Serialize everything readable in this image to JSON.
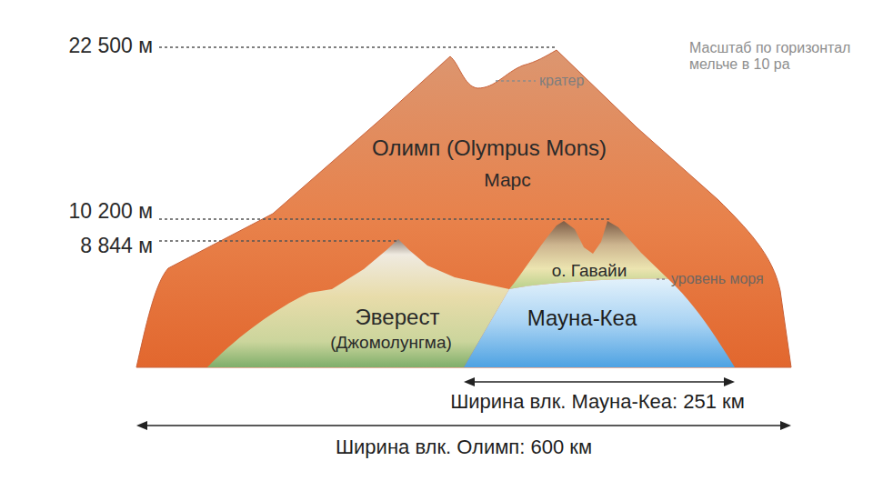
{
  "diagram": {
    "nodes": [
      {
        "text": [
          "Олимп (Olympus Mons)",
          "Марс"
        ]
      },
      {
        "text": [
          "Эверест",
          "(Джомолунгма)"
        ],
        "in": 0
      },
      {
        "text": [
          "о. Гавайи"
        ],
        "in": 0
      },
      {
        "text": [
          "Мауна-Кеа"
        ],
        "in": 0
      }
    ],
    "labels": [
      "22 500 м",
      "10 200 м",
      "8 844 м",
      "кратер",
      "Масштаб по горизонтал мельче в 10 ра",
      "уровень моря",
      "Ширина влк. Мауна-Кеа: 251 км",
      "Ширина влк. Олимп: 600 км"
    ]
  }
}
